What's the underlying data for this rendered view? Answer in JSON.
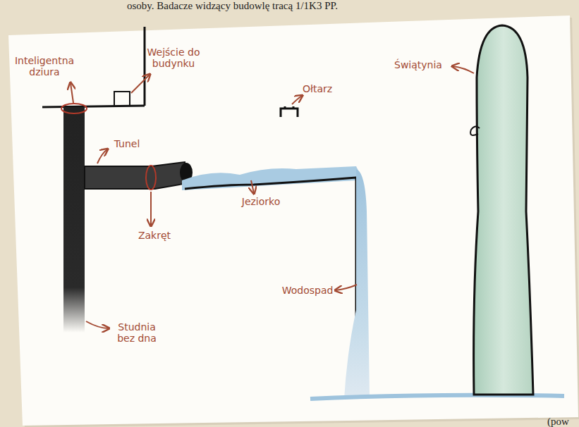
{
  "diagram": {
    "labels": [
      "osoby. Badacze widzący budowlę tracą 1/1K3 PP.",
      "Inteligentna dziura",
      "Wejście do budynku",
      "Tunel",
      "Zakręt",
      "Studnia bez dna",
      "Ołtarz",
      "Jeziorko",
      "Wodospad",
      "Świątynia",
      "(pow"
    ]
  }
}
